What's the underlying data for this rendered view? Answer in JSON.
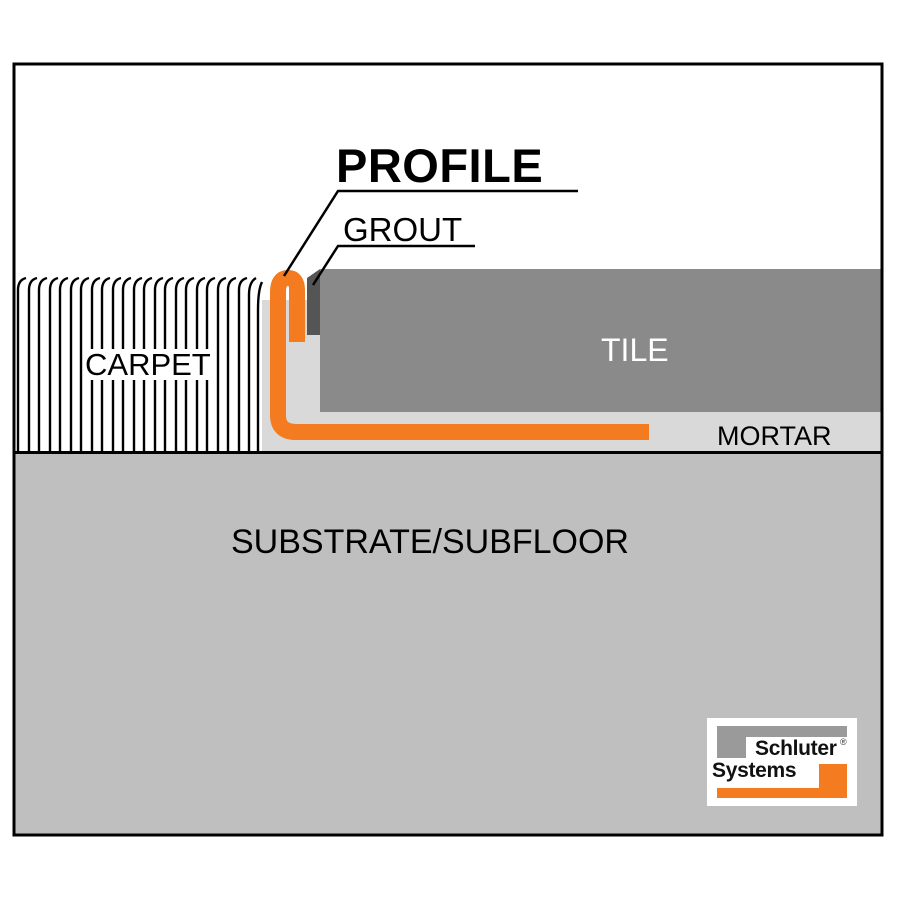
{
  "labels": {
    "profile": "PROFILE",
    "grout": "GROUT",
    "carpet": "CARPET",
    "tile": "TILE",
    "mortar": "MORTAR",
    "substrate": "SUBSTRATE/SUBFLOOR"
  },
  "logo": {
    "line1": "Schluter",
    "line2": "Systems",
    "registered": "®"
  },
  "colors": {
    "profile_orange": "#f47b20",
    "tile_grey": "#8a8a8a",
    "grout_dark": "#555555",
    "mortar_light": "#d9d9d9",
    "substrate_grey": "#bfbfbf",
    "frame_black": "#000000"
  }
}
